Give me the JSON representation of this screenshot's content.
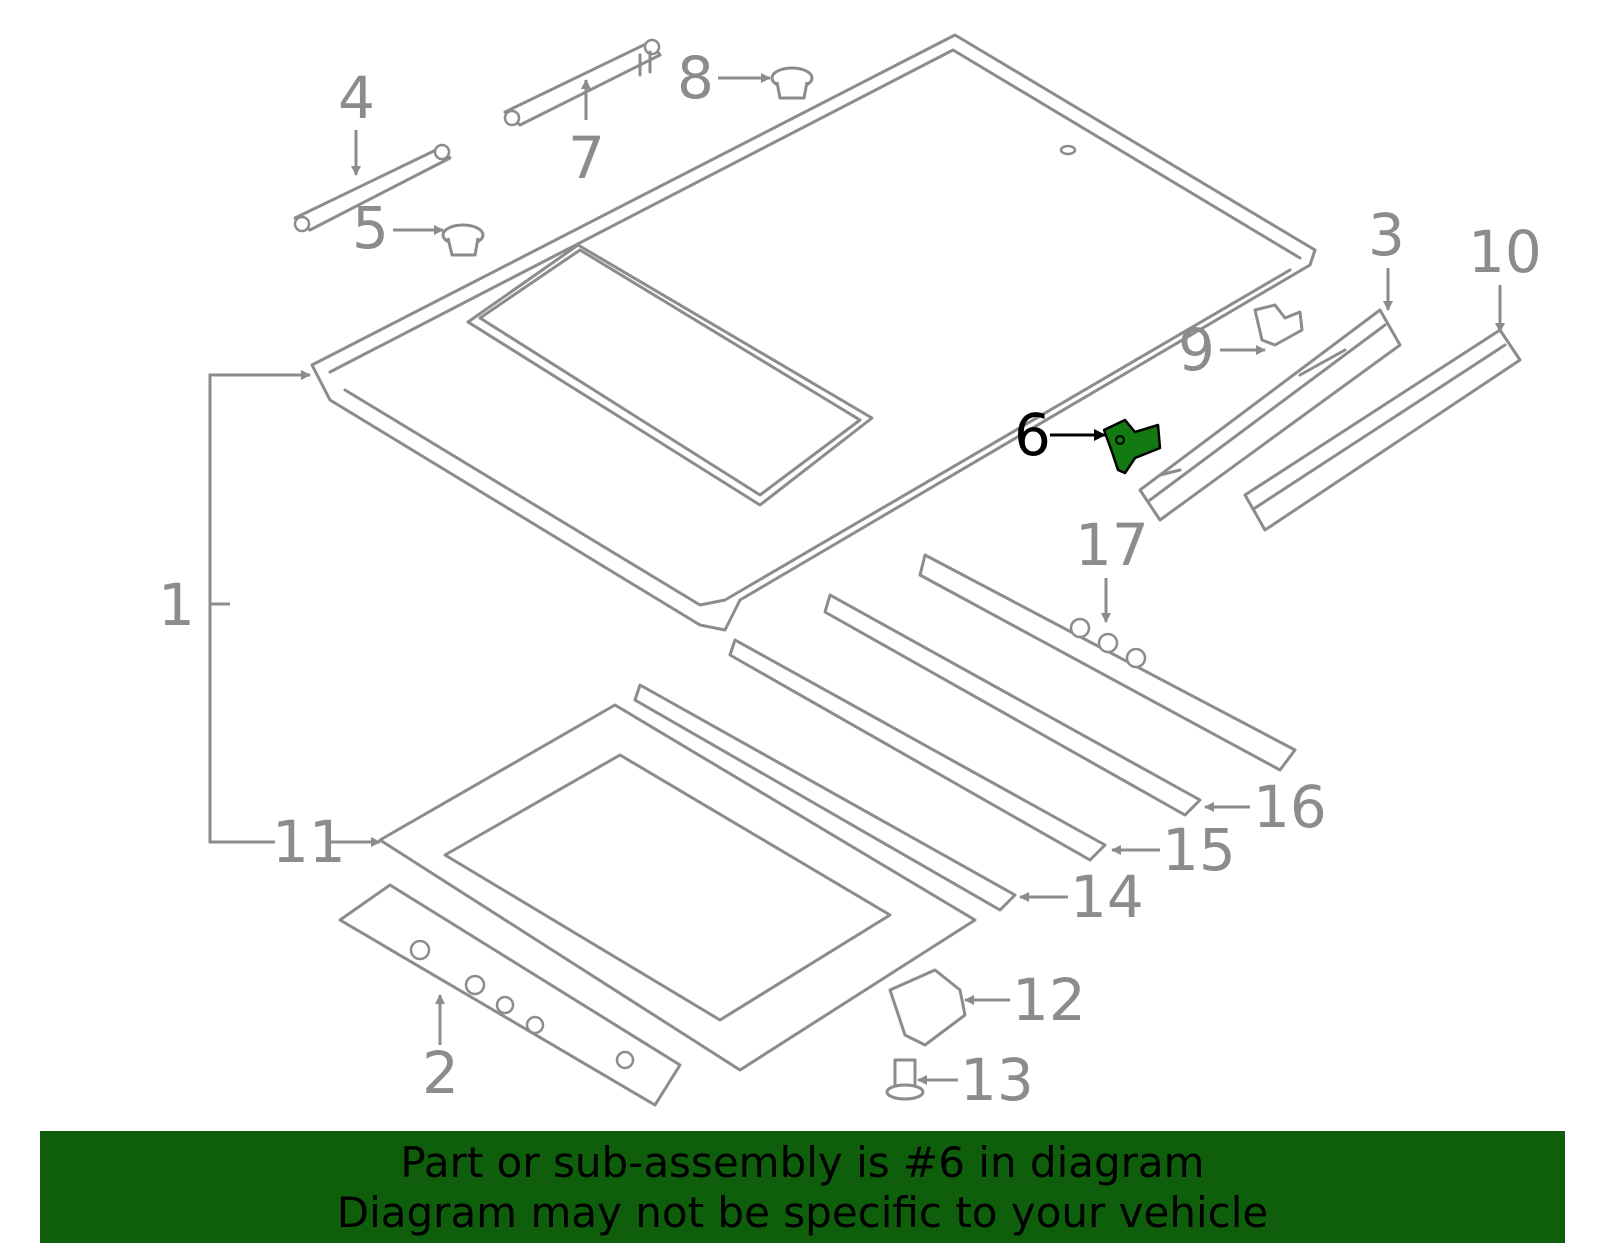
{
  "diagram": {
    "highlighted_part": "6",
    "highlight_color": "#137a12",
    "line_color": "#8c8c8c",
    "callouts": [
      "1",
      "2",
      "3",
      "4",
      "5",
      "6",
      "7",
      "8",
      "9",
      "10",
      "11",
      "12",
      "13",
      "14",
      "15",
      "16",
      "17"
    ]
  },
  "banner": {
    "background_color": "#0e5e0b",
    "line1": "Part or sub-assembly is #6 in diagram",
    "line2": "Diagram may not be specific to your vehicle"
  }
}
